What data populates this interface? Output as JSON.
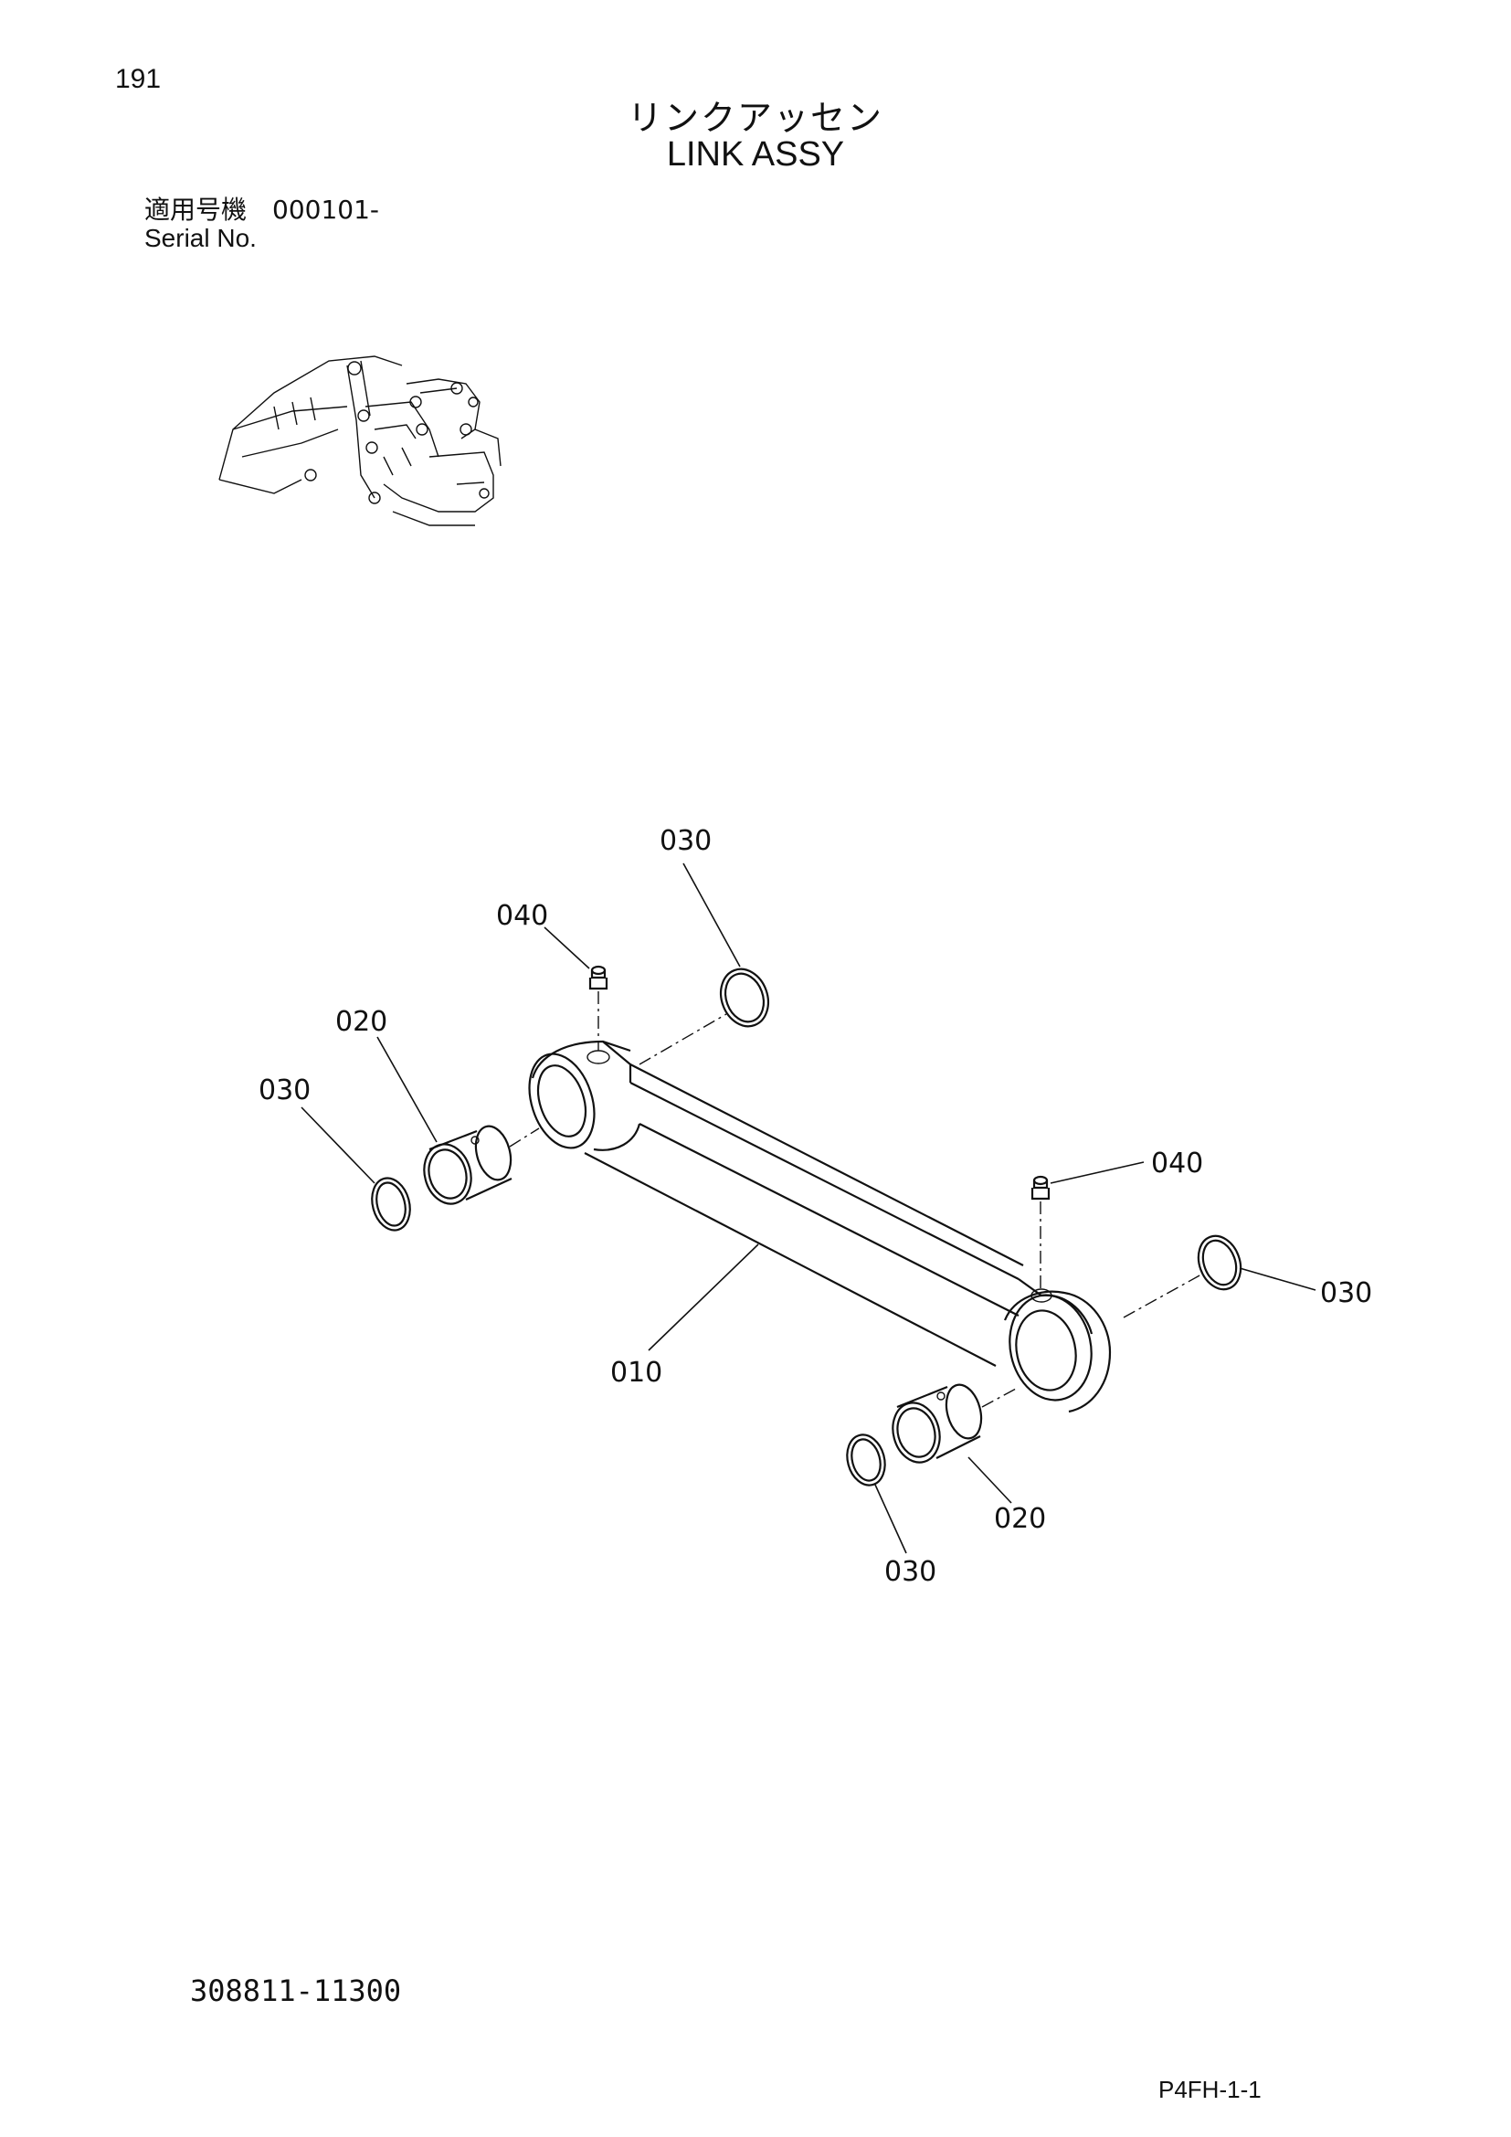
{
  "page": {
    "number": "191",
    "title_jp": "リンクアッセン",
    "title_en": "LINK ASSY",
    "serial_label_jp": "適用号機　000101-",
    "serial_label_en": "Serial No.",
    "part_code": "308811-11300",
    "page_code": "P4FH-1-1"
  },
  "diagram": {
    "callouts": [
      {
        "id": "c-030-top",
        "label": "030"
      },
      {
        "id": "c-040-top",
        "label": "040"
      },
      {
        "id": "c-020-left",
        "label": "020"
      },
      {
        "id": "c-030-left",
        "label": "030"
      },
      {
        "id": "c-040-right",
        "label": "040"
      },
      {
        "id": "c-030-right",
        "label": "030"
      },
      {
        "id": "c-010",
        "label": "010"
      },
      {
        "id": "c-020-bottom",
        "label": "020"
      },
      {
        "id": "c-030-bottom",
        "label": "030"
      }
    ]
  }
}
